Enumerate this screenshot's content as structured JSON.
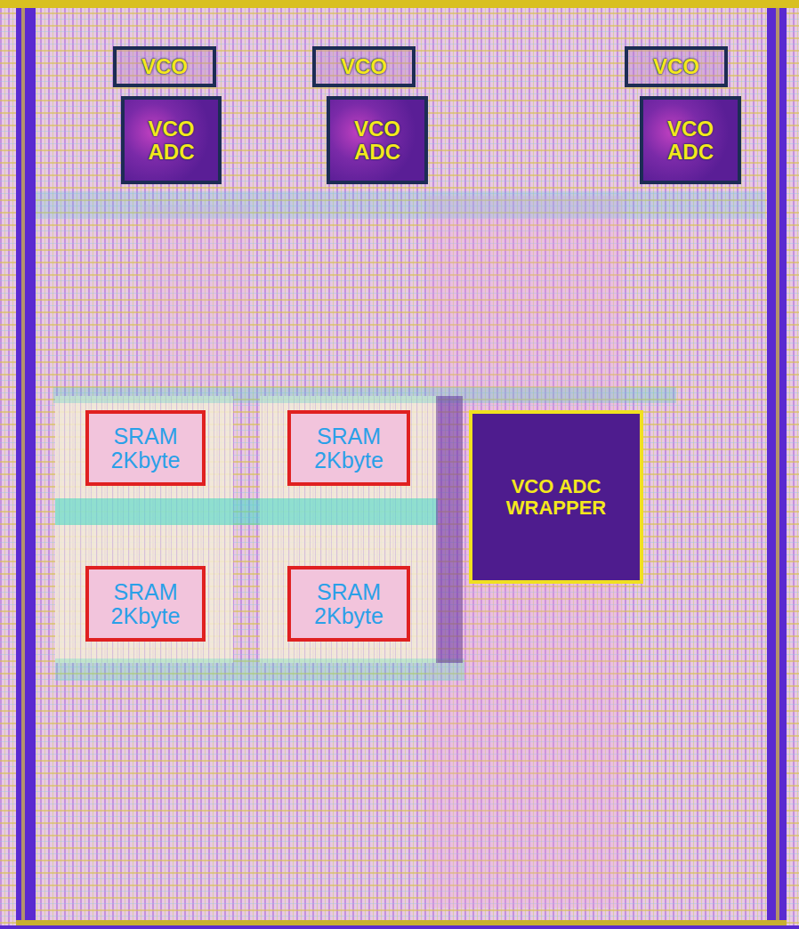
{
  "diagram": {
    "nodes": [
      {
        "text": [
          "VCO"
        ]
      },
      {
        "text": [
          "VCO"
        ]
      },
      {
        "text": [
          "VCO"
        ]
      },
      {
        "text": [
          "VCO ADC"
        ]
      },
      {
        "text": [
          "VCO ADC"
        ]
      },
      {
        "text": [
          "VCO ADC"
        ]
      },
      {
        "text": [
          "SRAM 2Kbyte"
        ]
      },
      {
        "text": [
          "SRAM 2Kbyte"
        ]
      },
      {
        "text": [
          "VCO ADC WRAPPER"
        ]
      },
      {
        "text": [
          "SRAM 2Kbyte"
        ]
      },
      {
        "text": [
          "SRAM 2Kbyte"
        ]
      }
    ]
  }
}
